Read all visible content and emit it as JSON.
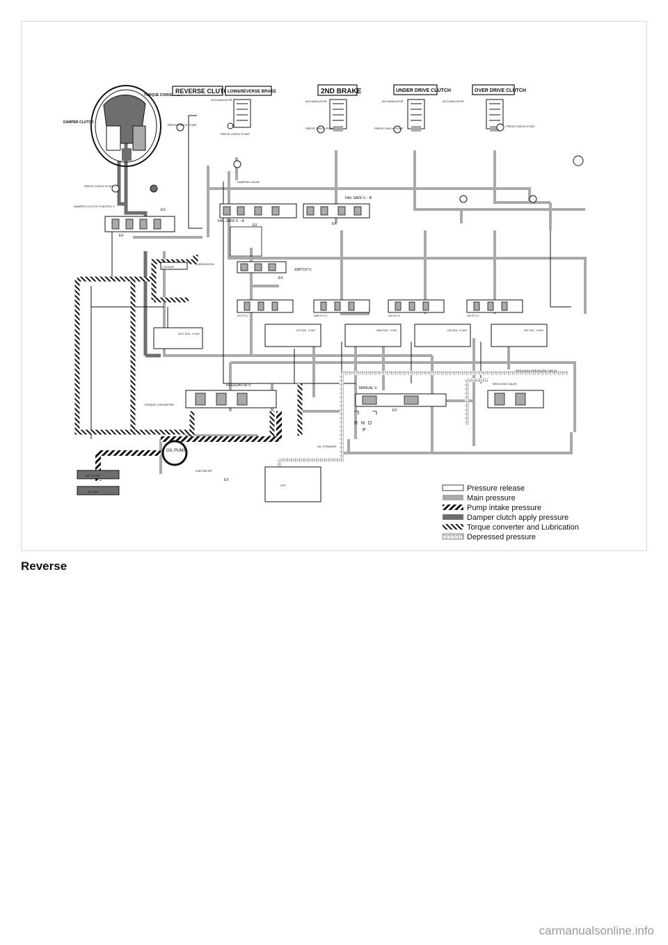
{
  "caption": "Reverse",
  "watermark": "carmanualsonline.info",
  "clutches": [
    "REVERSE CLUTCH",
    "LOW&REVERSE BRAKE",
    "2ND BRAKE",
    "UNDER DRIVE CLUTCH",
    "OVER DRIVE CLUTCH"
  ],
  "labels": {
    "torque_converter": "TORQUE CONVERTER",
    "damper_clutch": "DAMPER CLUTCH",
    "press_check_point": "PRESS CHECK POINT",
    "accumulator": "ACCUMULATOR",
    "damper_clutch_control": "DAMPER CLUTCH CONTROL V.",
    "fail_safe_a": "FAIL SAFE V. - A",
    "fail_safe_b": "FAIL SAFE V. - B",
    "switch_v": "SWITCH V.",
    "cooler": "COOLER",
    "lubrication": "LUBRICATION",
    "lr_pcv": "LR P.C.V",
    "second_pcv": "2ND P.C.V",
    "ud_pcv": "UD P.C.V",
    "od_pcv": "OD P.C.V",
    "dcc_sol": "DCC SOL. V N/O",
    "lr_sol": "LR SOL. V N/C",
    "second_sol": "2ND SOL. V N/C",
    "ud_sol": "UD SOL. V N/O",
    "od_sol": "OD SOL. V N/O",
    "regulator": "REGULATOR V.",
    "torque_converter_v": "TORQUE CONVERTER",
    "manual_v": "MANUAL V.",
    "reducing_valve": "REDUCING VALVE",
    "reducing_check": "REDUCING PRESSURE CHECK",
    "oil_pump": "OIL PUMP",
    "line_relief": "LINE RELIEF",
    "oil_strainer": "OIL STRAINER",
    "oil_filter": "OIL FILTER",
    "oil_pan": "OIL PAN",
    "vfs": "VFS",
    "damping_valve": "DAMPING VALVE",
    "ex": "EX",
    "r": "R",
    "n": "N",
    "d": "D",
    "p": "P"
  },
  "legend": [
    {
      "label": "Pressure release",
      "pattern": "release"
    },
    {
      "label": "Main pressure",
      "pattern": "main"
    },
    {
      "label": "Pump intake pressure",
      "pattern": "intake"
    },
    {
      "label": "Damper clutch apply pressure",
      "pattern": "damper"
    },
    {
      "label": "Torque converter and Lubrication",
      "pattern": "lube"
    },
    {
      "label": "Depressed pressure",
      "pattern": "depressed"
    }
  ],
  "colors": {
    "main": "#a9a9a9",
    "damper": "#6e6e6e",
    "line": "#111111"
  }
}
